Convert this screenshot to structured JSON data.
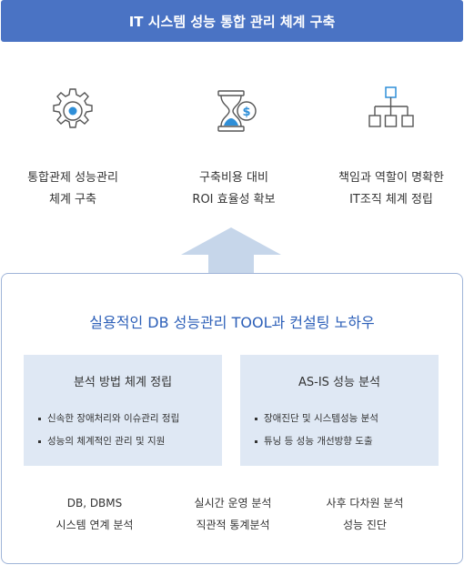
{
  "header": {
    "title": "IT 시스템 성능 통합 관리 체계 구축"
  },
  "features": [
    {
      "icon": "gear-icon",
      "lines": [
        "통합관제 성능관리",
        "체계 구축"
      ]
    },
    {
      "icon": "hourglass-dollar-icon",
      "lines": [
        "구축비용 대비",
        "ROI 효율성 확보"
      ]
    },
    {
      "icon": "org-chart-icon",
      "lines": [
        "책임과 역할이 명확한",
        "IT조직 체계 정립"
      ]
    }
  ],
  "panel": {
    "title": "실용적인 DB 성능관리 TOOL과 컨설팅 노하우",
    "boxes": [
      {
        "title": "분석 방법 체계 정립",
        "items": [
          "신속한 장애처리와 이슈관리 정립",
          "성능의 체계적인 관리 및 지원"
        ]
      },
      {
        "title": "AS-IS 성능 분석",
        "items": [
          "장애진단 및 시스템성능 분석",
          "튜닝 등 성능 개선방향 도출"
        ]
      }
    ],
    "bottom": [
      {
        "lines": [
          "DB, DBMS",
          "시스템 연계 분석"
        ]
      },
      {
        "lines": [
          "실시간 운영 분석",
          "직관적 통계분석"
        ]
      },
      {
        "lines": [
          "사후 다차원 분석",
          "성능 진단"
        ]
      }
    ]
  },
  "colors": {
    "header_bg": "#4a73c4",
    "accent": "#2c5fb8",
    "box_bg": "#dfe8f4",
    "arrow": "#c6d6ea"
  }
}
